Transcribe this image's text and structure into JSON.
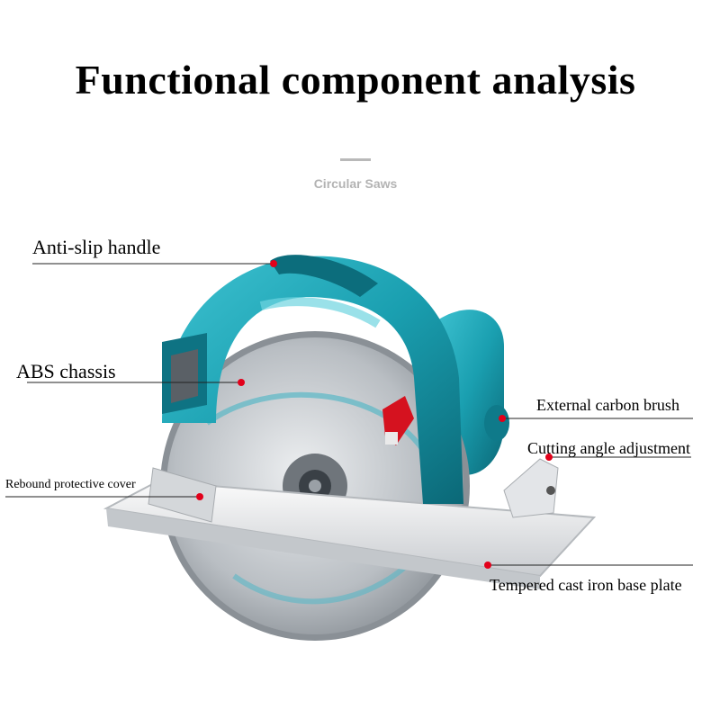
{
  "title": "Functional component analysis",
  "subtitle": "Circular Saws",
  "labels": {
    "handle": "Anti-slip handle",
    "chassis": "ABS chassis",
    "rebound": "Rebound protective cover",
    "brush": "External carbon brush",
    "angle": "Cutting angle adjustment",
    "base": "Tempered cast iron base plate"
  },
  "colors": {
    "body": "#1a9fb0",
    "body_dark": "#0d7283",
    "blade": "#c7cbcf",
    "marker": "#e2001a",
    "plate": "#e6e8ea"
  }
}
